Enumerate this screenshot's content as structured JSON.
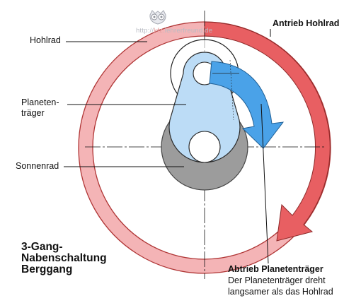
{
  "labels": {
    "hohlrad": "Hohlrad",
    "planeten_line1": "Planeten-",
    "planeten_line2": "träger",
    "sonnenrad": "Sonnenrad",
    "antrieb": "Antrieb Hohlrad",
    "title_line1": "3-Gang-",
    "title_line2": "Nabenschaltung",
    "title_line3": "Berggang",
    "abtrieb_title": "Abtrieb Planetenträger",
    "abtrieb_line1": "Der Planetenträger dreht",
    "abtrieb_line2": "langsamer als das Hohlrad"
  },
  "watermark": {
    "prefix": "http://",
    "accent": "kfz",
    "suffix": ".lehrerfreund.de"
  },
  "colors": {
    "ring_fill": "#f4b4b6",
    "ring_stroke": "#b03636",
    "arrow_red": "#e85f62",
    "arrow_blue": "#4aa2e8",
    "carrier_fill": "#bcdcf6",
    "sun_fill": "#9c9c9c",
    "line": "#111111"
  }
}
